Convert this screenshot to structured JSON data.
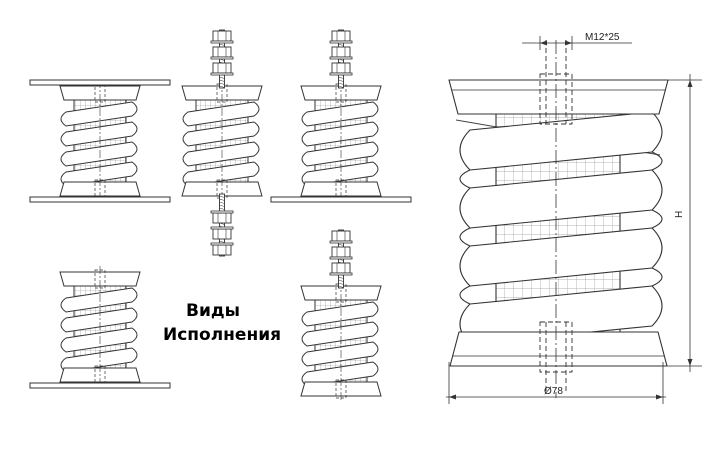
{
  "caption": {
    "line1": "Виды",
    "line2": "Исполнения"
  },
  "dimensions": {
    "thread": "M12*25",
    "height": "H",
    "diameter": "Ø78"
  },
  "variants": [
    {
      "id": 1,
      "top_plate": true,
      "bottom_plate": true,
      "top_stud": false,
      "bottom_stud": false
    },
    {
      "id": 2,
      "top_plate": false,
      "bottom_plate": false,
      "top_stud": true,
      "bottom_stud": true
    },
    {
      "id": 3,
      "top_plate": false,
      "bottom_plate": true,
      "top_stud": true,
      "bottom_stud": false
    },
    {
      "id": 4,
      "top_plate": false,
      "bottom_plate": true,
      "top_stud": false,
      "bottom_stud": false
    },
    {
      "id": 5,
      "top_plate": false,
      "bottom_plate": false,
      "top_stud": true,
      "bottom_stud": false
    }
  ],
  "colors": {
    "line": "#333333",
    "mesh": "#8a8a8a",
    "background": "#ffffff"
  }
}
